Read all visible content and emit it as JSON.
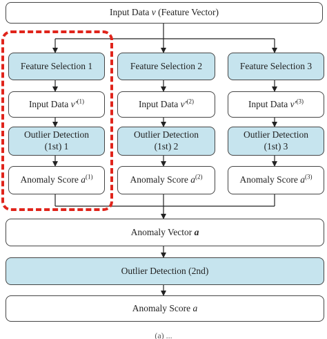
{
  "input": {
    "label": "Input Data",
    "var": "v",
    "suffix": " (Feature Vector)"
  },
  "branches": [
    {
      "feature_selection": "Feature Selection",
      "fs_num": "1",
      "input_label": "Input Data",
      "input_var": "v'",
      "input_sup": "(1)",
      "od_line1": "Outlier Detection",
      "od_line2": "(1st) 1",
      "score_label": "Anomaly Score",
      "score_var": "a",
      "score_sup": "(1)"
    },
    {
      "feature_selection": "Feature Selection",
      "fs_num": "2",
      "input_label": "Input Data",
      "input_var": "v'",
      "input_sup": "(2)",
      "od_line1": "Outlier Detection",
      "od_line2": "(1st) 2",
      "score_label": "Anomaly Score",
      "score_var": "a",
      "score_sup": "(2)"
    },
    {
      "feature_selection": "Feature Selection",
      "fs_num": "3",
      "input_label": "Input Data",
      "input_var": "v'",
      "input_sup": "(3)",
      "od_line1": "Outlier Detection",
      "od_line2": "(1st) 3",
      "score_label": "Anomaly Score",
      "score_var": "a",
      "score_sup": "(3)"
    }
  ],
  "anomaly_vector": {
    "label": "Anomaly Vector",
    "var": "a"
  },
  "outlier_detection_2nd": {
    "label": "Outlier Detection (2nd)"
  },
  "final_score": {
    "label": "Anomaly Score",
    "var": "a"
  },
  "caption": {
    "text": "(a) ..."
  },
  "colors": {
    "box_fill_blue": "#c6e4ee",
    "box_fill_white": "#ffffff",
    "border": "#444444",
    "highlight_dash": "#e0241b"
  }
}
